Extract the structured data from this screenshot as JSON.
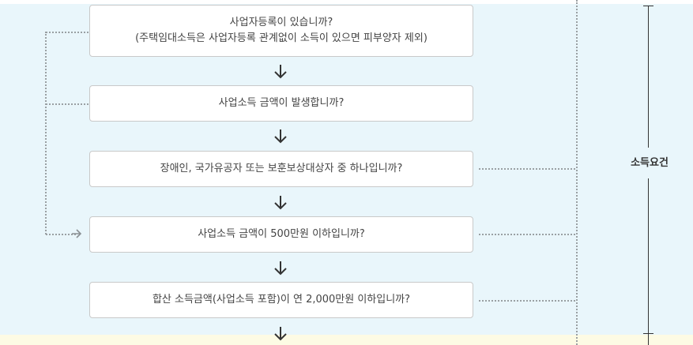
{
  "flow": {
    "steps": [
      {
        "line1": "사업자등록이 있습니까?",
        "line2": "(주택임대소득은 사업자등록 관계없이 소득이 있으면 피부양자 제외)"
      },
      {
        "line1": "사업소득 금액이 발생합니까?"
      },
      {
        "line1": "장애인, 국가유공자 또는 보훈보상대상자 중 하나입니까?"
      },
      {
        "line1": "사업소득 금액이 500만원 이하입니까?"
      },
      {
        "line1": "합산 소득금액(사업소득 포함)이 연  2,000만원 이하입니까?"
      }
    ],
    "arrow_icon": "arrow-down-icon",
    "loop_arrow_icon": "arrow-right-icon"
  },
  "bracket": {
    "label": "소득요건"
  },
  "colors": {
    "background": "#e9f6fb",
    "bottom_band": "#fdfbe4",
    "box_border": "#c9c9c9",
    "text": "#444444",
    "dotted_line": "#9aa0a3"
  }
}
